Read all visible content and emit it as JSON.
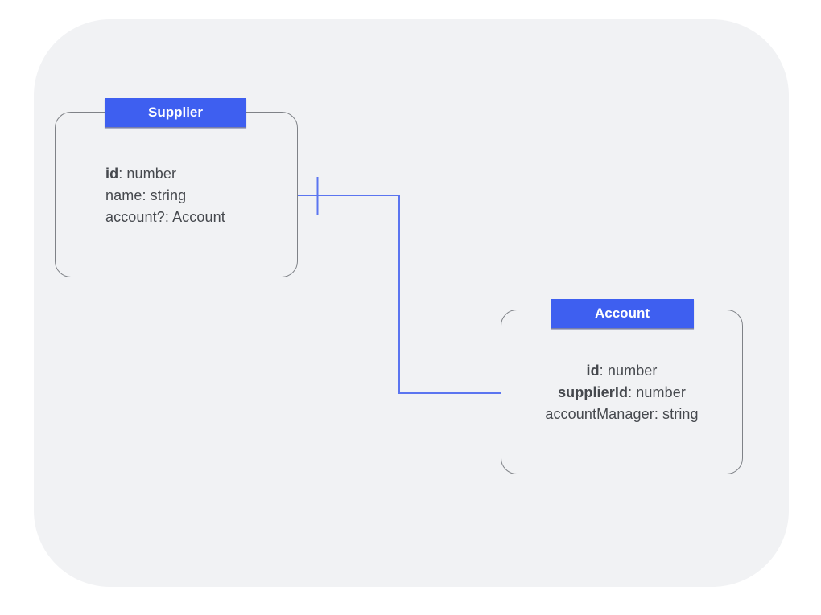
{
  "colors": {
    "page_bg": "#ffffff",
    "panel_bg": "#f1f2f4",
    "header_bg": "#3e5ff0",
    "header_text": "#ffffff",
    "entity_border": "#7f8287",
    "field_text": "#46494e",
    "connector": "#5b75f0"
  },
  "diagram": {
    "entities": [
      {
        "name": "Supplier",
        "fields": [
          {
            "name": "id",
            "sep": ": ",
            "type": "number"
          },
          {
            "name": "name",
            "sep": ": ",
            "type": "string"
          },
          {
            "name": "account?",
            "sep": ": ",
            "type": "Account"
          }
        ]
      },
      {
        "name": "Account",
        "fields": [
          {
            "name": "id",
            "sep": ": ",
            "type": "number"
          },
          {
            "name": "supplierId",
            "sep": ": ",
            "type": "number"
          },
          {
            "name": "accountManager",
            "sep": ": ",
            "type": "string"
          }
        ]
      }
    ],
    "relationship": {
      "from": "Supplier",
      "to": "Account",
      "cardinality_marker": "one"
    }
  }
}
